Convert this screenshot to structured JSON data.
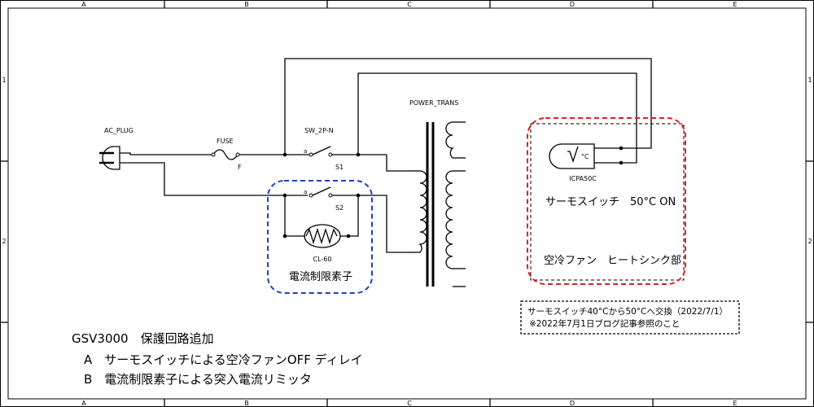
{
  "frame": {
    "col_labels": [
      "A",
      "B",
      "C",
      "D",
      "E"
    ],
    "row_labels": [
      "1",
      "2"
    ]
  },
  "components": {
    "ac_plug": "AC_PLUG",
    "fuse": "FUSE",
    "fuse_ref": "F",
    "switch": "SW_2P-N",
    "switch_s1": "S1",
    "switch_s2": "S2",
    "contact_mark": "a",
    "transformer": "POWER_TRANS",
    "thermistor": "CL-60",
    "thermostat": "ICPA50C",
    "thermostat_unit": "°C"
  },
  "annotations": {
    "inrush_box": "電流制限素子",
    "thermo_line": "サーモスイッチ　50°C ON",
    "fan_line": "空冷ファン　ヒートシンク部",
    "note_1": "サーモスイッチ40°Cから50°Cへ交換（2022/7/1）",
    "note_2": "※2022年7月1日ブログ記事参照のこと"
  },
  "title_block": {
    "title": "GSV3000　保護回路追加",
    "line_a": "A　サーモスイッチによる空冷ファンOFF ディレイ",
    "line_b": "B　電流制限素子による突入電流リミッタ"
  },
  "colors": {
    "inrush_box": "#1f3fbf",
    "thermo_box": "#e02020"
  }
}
